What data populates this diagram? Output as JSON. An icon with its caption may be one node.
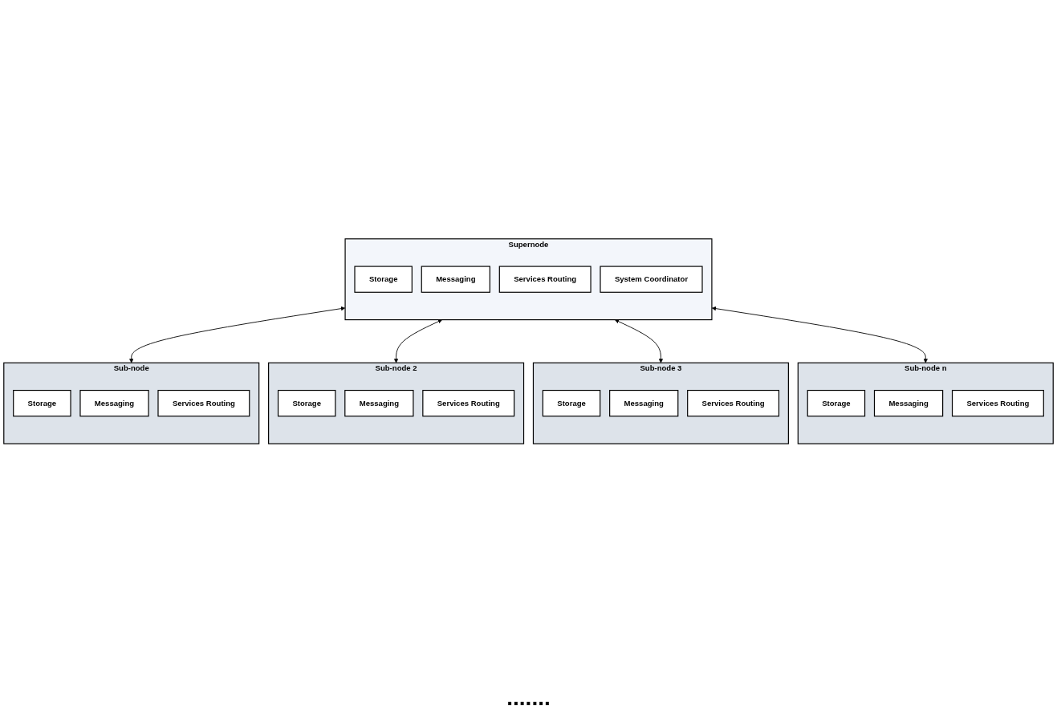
{
  "diagram": {
    "nodes": [
      {
        "text": [
          "Supernode"
        ]
      },
      {
        "text": [
          "Storage"
        ],
        "in": 0
      },
      {
        "text": [
          "Messaging"
        ],
        "in": 0
      },
      {
        "text": [
          "Services Routing"
        ],
        "in": 0
      },
      {
        "text": [
          "System Coordinator"
        ],
        "in": 0
      },
      {
        "text": [
          "Sub-node"
        ]
      },
      {
        "text": [
          "Storage"
        ],
        "in": 5
      },
      {
        "text": [
          "Messaging"
        ],
        "in": 5
      },
      {
        "text": [
          "Services Routing"
        ],
        "in": 5
      },
      {
        "text": [
          "Sub-node 2"
        ]
      },
      {
        "text": [
          "Storage"
        ],
        "in": 9
      },
      {
        "text": [
          "Messaging"
        ],
        "in": 9
      },
      {
        "text": [
          "Services Routing"
        ],
        "in": 9
      },
      {
        "text": [
          "Sub-node 3"
        ]
      },
      {
        "text": [
          "Storage"
        ],
        "in": 13
      },
      {
        "text": [
          "Messaging"
        ],
        "in": 13
      },
      {
        "text": [
          "Services Routing"
        ],
        "in": 13
      },
      {
        "text": [
          "Sub-node n"
        ]
      },
      {
        "text": [
          "Storage"
        ],
        "in": 17
      },
      {
        "text": [
          "Messaging"
        ],
        "in": 17
      },
      {
        "text": [
          "Services Routing"
        ],
        "in": 17
      }
    ],
    "edges": [
      {
        "from": 0,
        "to": 5,
        "arrow": "both"
      },
      {
        "from": 0,
        "to": 9,
        "arrow": "both"
      },
      {
        "from": 0,
        "to": 13,
        "arrow": "both"
      },
      {
        "from": 0,
        "to": 17,
        "arrow": "both"
      }
    ],
    "labels": [
      "......."
    ]
  }
}
